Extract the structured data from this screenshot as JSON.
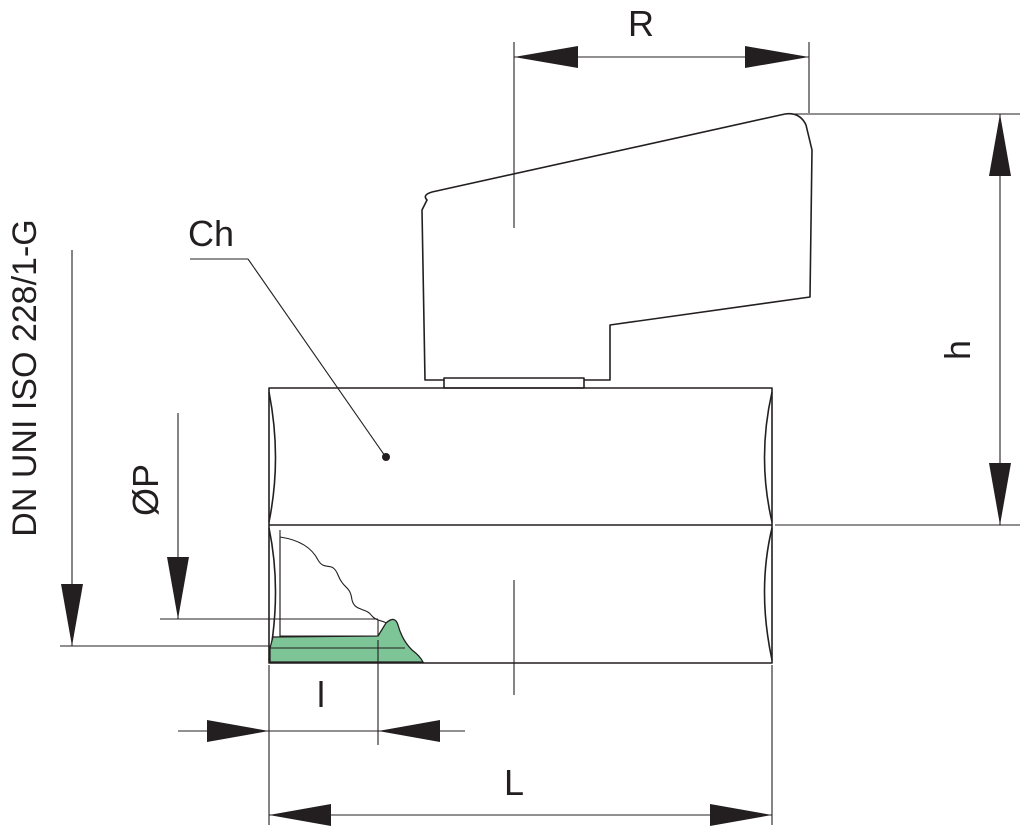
{
  "labels": {
    "R": "R",
    "h": "h",
    "Ch": "Ch",
    "P": "ØP",
    "l": "l",
    "L": "L",
    "standard": "DN UNI ISO 228/1-G"
  },
  "colors": {
    "line": "#231f20",
    "thread_fill": "#7dc596",
    "background": "#ffffff"
  }
}
